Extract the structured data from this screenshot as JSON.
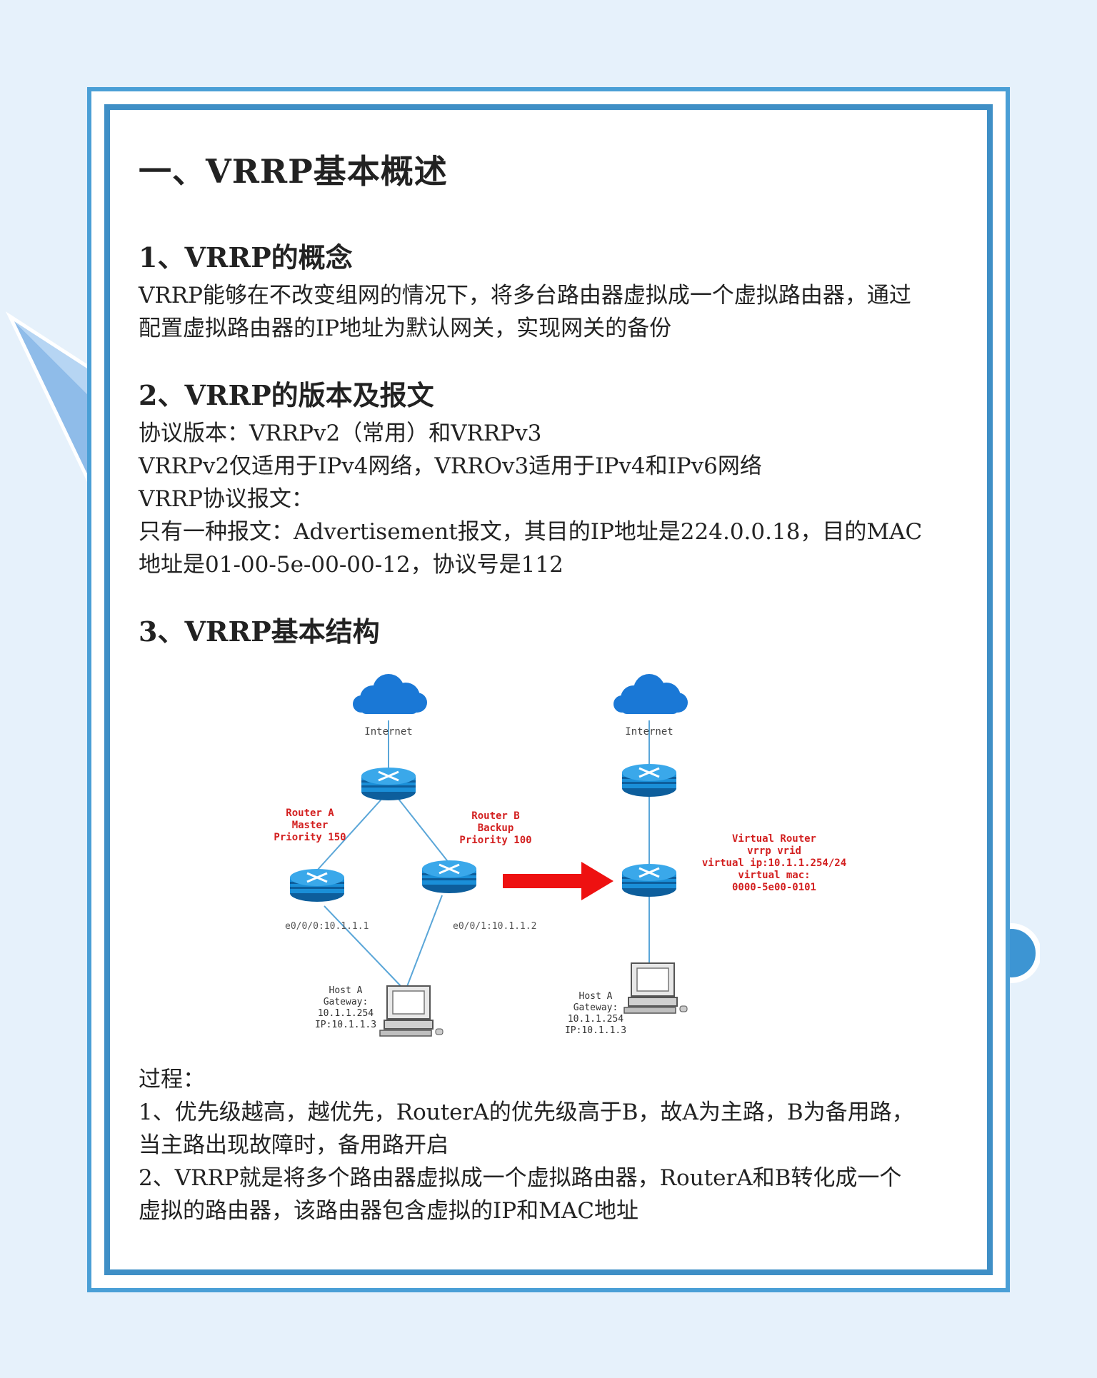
{
  "title": "一、VRRP基本概述",
  "sections": [
    {
      "heading": "1、VRRP的概念",
      "lines": [
        "VRRP能够在不改变组网的情况下，将多台路由器虚拟成一个虚拟路由器，通过",
        "配置虚拟路由器的IP地址为默认网关，实现网关的备份"
      ]
    },
    {
      "heading": "2、VRRP的版本及报文",
      "lines": [
        "协议版本：VRRPv2（常用）和VRRPv3",
        "VRRPv2仅适用于IPv4网络，VRROv3适用于IPv4和IPv6网络",
        "VRRP协议报文：",
        "只有一种报文：Advertisement报文，其目的IP地址是224.0.0.18，目的MAC",
        "地址是01-00-5e-00-00-12，协议号是112"
      ]
    },
    {
      "heading": "3、VRRP基本结构"
    }
  ],
  "diagram": {
    "internet_left": "Internet",
    "internet_right": "Internet",
    "router_a": [
      "Router A",
      "Master",
      "Priority 150"
    ],
    "router_b": [
      "Router B",
      "Backup",
      "Priority 100"
    ],
    "iface_a": "e0/0/0:10.1.1.1",
    "iface_b": "e0/0/1:10.1.1.2",
    "host_left": [
      "Host A",
      "Gateway:",
      "10.1.1.254",
      "IP:10.1.1.3"
    ],
    "host_right": [
      "Host A",
      "Gateway:",
      "10.1.1.254",
      "IP:10.1.1.3"
    ],
    "virtual_router": [
      "Virtual Router",
      "vrrp vrid",
      "virtual ip:10.1.1.254/24",
      "virtual mac:",
      "0000-5e00-0101"
    ],
    "colors": {
      "router": "#1a8fd8",
      "cloud": "#1a78d6",
      "label_red": "#d32020",
      "arrow": "#ee1111",
      "line": "#5aa6d8"
    }
  },
  "process": {
    "heading": "过程：",
    "lines": [
      "1、优先级越高，越优先，RouterA的优先级高于B，故A为主路，B为备用路，",
      "当主路出现故障时，备用路开启",
      "2、VRRP就是将多个路由器虚拟成一个虚拟路由器，RouterA和B转化成一个",
      "虚拟的路由器，该路由器包含虚拟的IP和MAC地址"
    ]
  }
}
